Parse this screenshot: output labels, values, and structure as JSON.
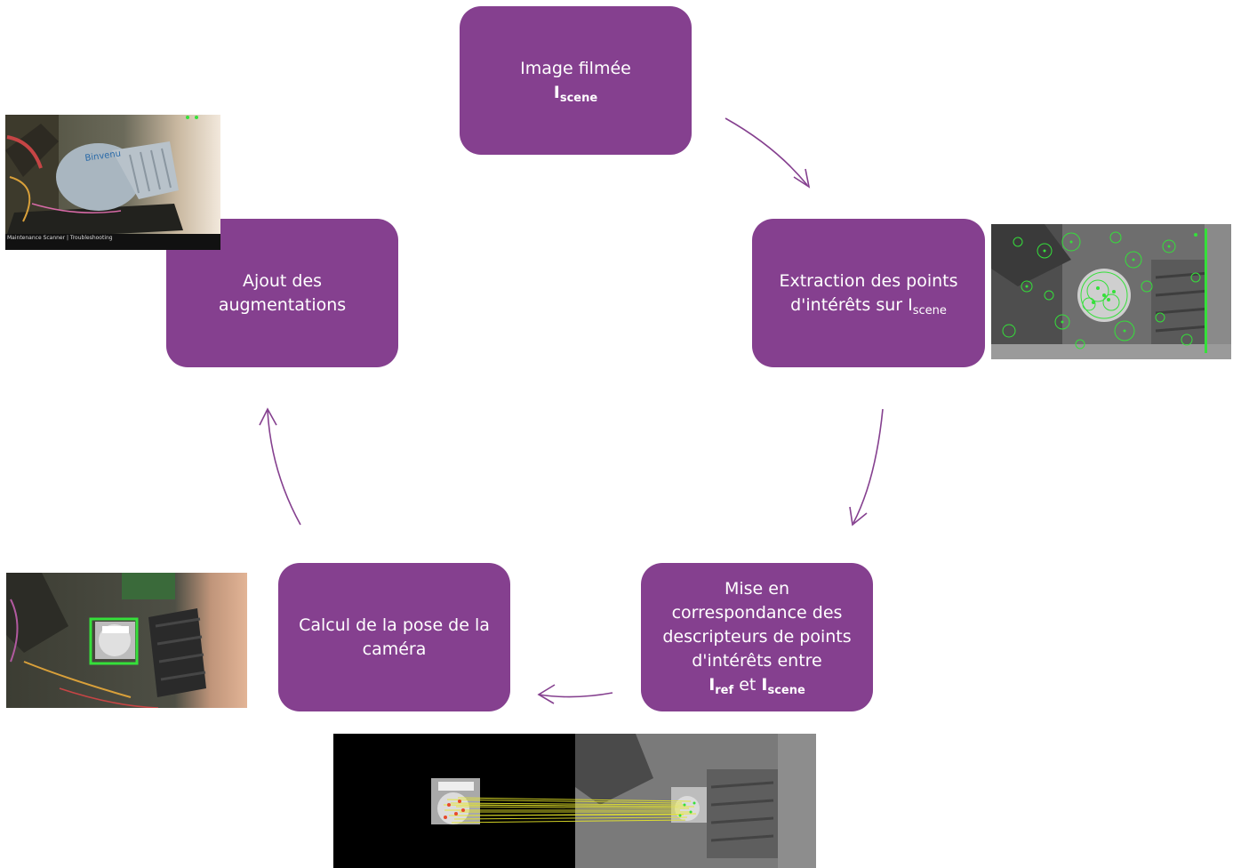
{
  "steps": {
    "image": {
      "line1": "Image filmée",
      "sym": "I",
      "sub": "scene"
    },
    "extraction": {
      "line1": "Extraction des points",
      "line2": "d'intérêts sur I",
      "sub": "scene"
    },
    "matching": {
      "line1": "Mise en",
      "line2": "correspondance des",
      "line3": "descripteurs de points",
      "line4": "d'intérêts entre",
      "sym1": "I",
      "sub1": "ref",
      "mid": "et",
      "sym2": "I",
      "sub2": "scene"
    },
    "pose": {
      "line1": "Calcul de la pose de la",
      "line2": "caméra"
    },
    "augment": {
      "line1": "Ajout des",
      "line2": "augmentations"
    }
  },
  "thumbnails": {
    "augmented_view": {
      "brand": "Binvenu",
      "status_bar": "Maintenance Scanner | Troubleshooting"
    }
  },
  "colors": {
    "box": "#85408f",
    "arrow": "#85408f",
    "feature_points": "#35e03a",
    "match_lines": "#e8e82a"
  }
}
